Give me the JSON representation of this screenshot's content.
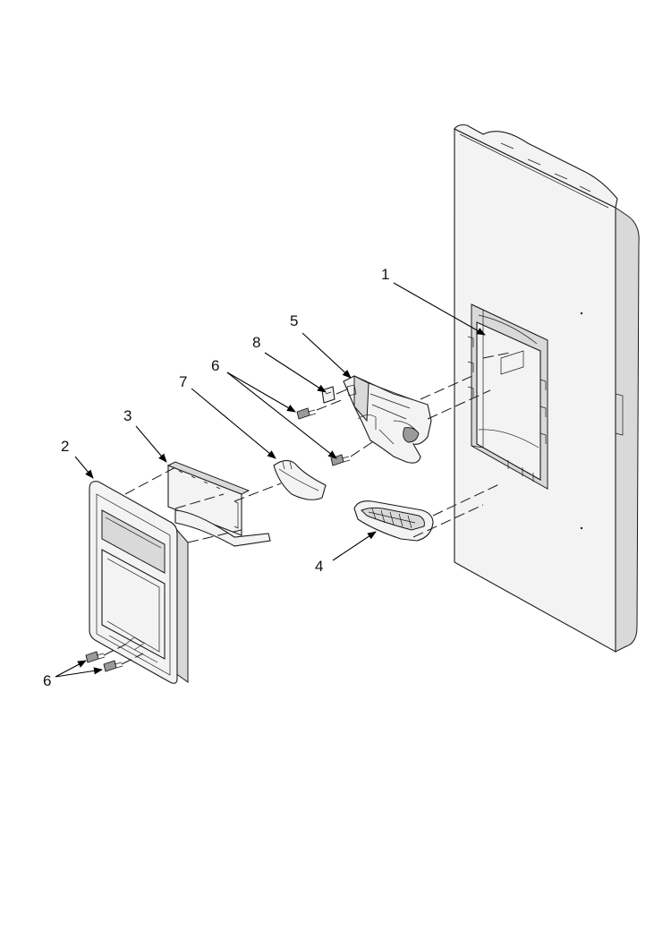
{
  "diagram": {
    "callouts": [
      {
        "id": "door",
        "label": "1"
      },
      {
        "id": "dispenser-front",
        "label": "2"
      },
      {
        "id": "control-module",
        "label": "3"
      },
      {
        "id": "drip-tray",
        "label": "4"
      },
      {
        "id": "dispenser-assembly",
        "label": "5"
      },
      {
        "id": "screw-upper",
        "label": "6"
      },
      {
        "id": "ice-chute-flap",
        "label": "7"
      },
      {
        "id": "clip",
        "label": "8"
      },
      {
        "id": "screws-lower",
        "label": "6"
      }
    ]
  }
}
